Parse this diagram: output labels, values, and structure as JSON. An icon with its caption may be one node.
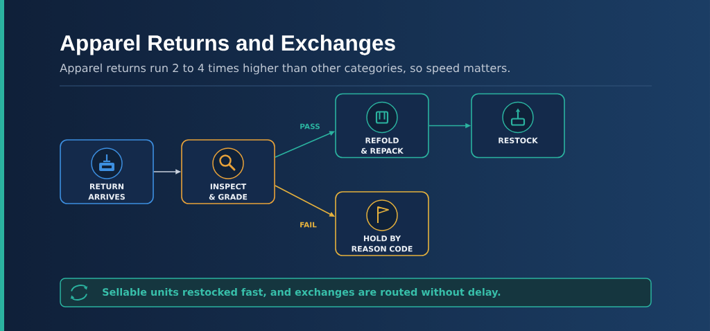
{
  "diagram": {
    "title": "Apparel Returns and Exchanges",
    "nodes": [
      {
        "text": [
          "RETURN ARRIVES"
        ]
      },
      {
        "text": [
          "INSPECT & GRADE"
        ]
      },
      {
        "text": [
          "REFOLD & REPACK"
        ]
      },
      {
        "text": [
          "RESTOCK"
        ]
      },
      {
        "text": [
          "HOLD BY REASON CODE"
        ]
      },
      {
        "text": [
          "Sellable units restocked fast, and exchanges are routed without delay."
        ]
      }
    ],
    "edges": [
      {
        "from": 0,
        "to": 1,
        "arrow": "to",
        "color": "#c8d0dc"
      },
      {
        "from": 1,
        "to": 2,
        "arrow": "to",
        "label": "PASS"
      },
      {
        "from": 2,
        "to": 3,
        "arrow": "to"
      },
      {
        "from": 1,
        "to": 4,
        "arrow": "to",
        "label": "FAIL",
        "color": "#e5b13d"
      }
    ],
    "labels": [
      "Apparel returns run 2 to 4 times higher than other categories, so speed matters."
    ]
  }
}
